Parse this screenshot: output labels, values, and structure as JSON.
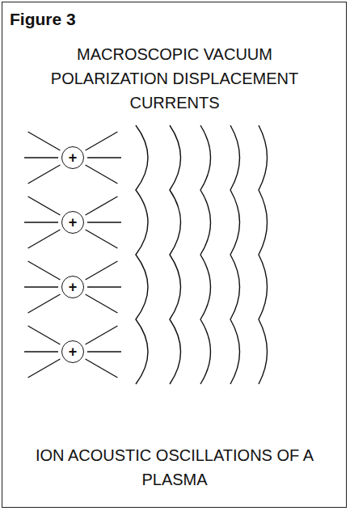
{
  "diagram": {
    "title": "Figure 3",
    "caption": "ION ACOUSTIC OSCILLATIONS OF A PLASMA",
    "nodes": [
      {
        "text": [
          "+"
        ]
      },
      {
        "text": [
          "+"
        ]
      },
      {
        "text": [
          "+"
        ]
      },
      {
        "text": [
          "+"
        ]
      }
    ],
    "labels": [
      "MACROSCOPIC VACUUM POLARIZATION DISPLACEMENT CURRENTS"
    ]
  }
}
